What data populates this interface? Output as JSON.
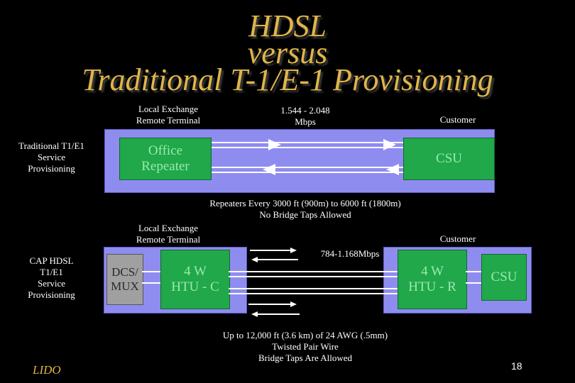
{
  "title": {
    "line1": "HDSL",
    "line2": "versus",
    "line3": "Traditional T-1/E-1 Provisioning"
  },
  "traditional": {
    "side_label": "Traditional T1/E1\nService\nProvisioning",
    "local_exchange": "Local Exchange\nRemote Terminal",
    "rate": "1.544 - 2.048\nMbps",
    "customer": "Customer",
    "repeater": "Office\nRepeater",
    "csu": "CSU",
    "note": "Repeaters Every 3000 ft (900m) to 6000 ft (1800m)\nNo Bridge Taps Allowed"
  },
  "cap": {
    "side_label": "CAP HDSL\nT1/E1\nService\nProvisioning",
    "local_exchange": "Local Exchange\nRemote Terminal",
    "customer": "Customer",
    "rate": "784-1.168Mbps",
    "dcs": "DCS/\nMUX",
    "htu_c": "4 W\nHTU - C",
    "htu_r": "4 W\nHTU - R",
    "csu": "CSU",
    "note": "Up to 12,000 ft (3.6 km) of 24 AWG (.5mm)\nTwisted Pair Wire\nBridge Taps Are Allowed"
  },
  "footer": {
    "logo": "LIDO",
    "page": "18"
  },
  "colors": {
    "title": "#e0b54a",
    "panel": "#8f8cf0",
    "htu": "#20a84a",
    "label_green": "#9ce8b0"
  }
}
